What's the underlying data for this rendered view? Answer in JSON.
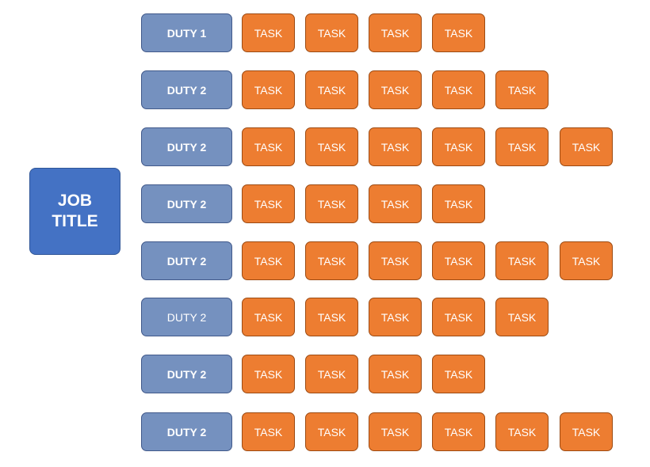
{
  "job_title": "JOB\nTITLE",
  "rows": [
    {
      "duty": "DUTY 1",
      "tasks": [
        "TASK",
        "TASK",
        "TASK",
        "TASK"
      ]
    },
    {
      "duty": "DUTY 2",
      "tasks": [
        "TASK",
        "TASK",
        "TASK",
        "TASK",
        "TASK"
      ]
    },
    {
      "duty": "DUTY 2",
      "tasks": [
        "TASK",
        "TASK",
        "TASK",
        "TASK",
        "TASK",
        "TASK"
      ]
    },
    {
      "duty": "DUTY 2",
      "tasks": [
        "TASK",
        "TASK",
        "TASK",
        "TASK"
      ]
    },
    {
      "duty": "DUTY 2",
      "tasks": [
        "TASK",
        "TASK",
        "TASK",
        "TASK",
        "TASK",
        "TASK"
      ]
    },
    {
      "duty": "DUTY 2",
      "tasks": [
        "TASK",
        "TASK",
        "TASK",
        "TASK",
        "TASK"
      ]
    },
    {
      "duty": "DUTY 2",
      "tasks": [
        "TASK",
        "TASK",
        "TASK",
        "TASK"
      ]
    },
    {
      "duty": "DUTY 2",
      "tasks": [
        "TASK",
        "TASK",
        "TASK",
        "TASK",
        "TASK",
        "TASK"
      ]
    }
  ],
  "colors": {
    "job_fill": "#4472c4",
    "duty_fill": "#7591bf",
    "task_fill": "#ed7d31"
  }
}
